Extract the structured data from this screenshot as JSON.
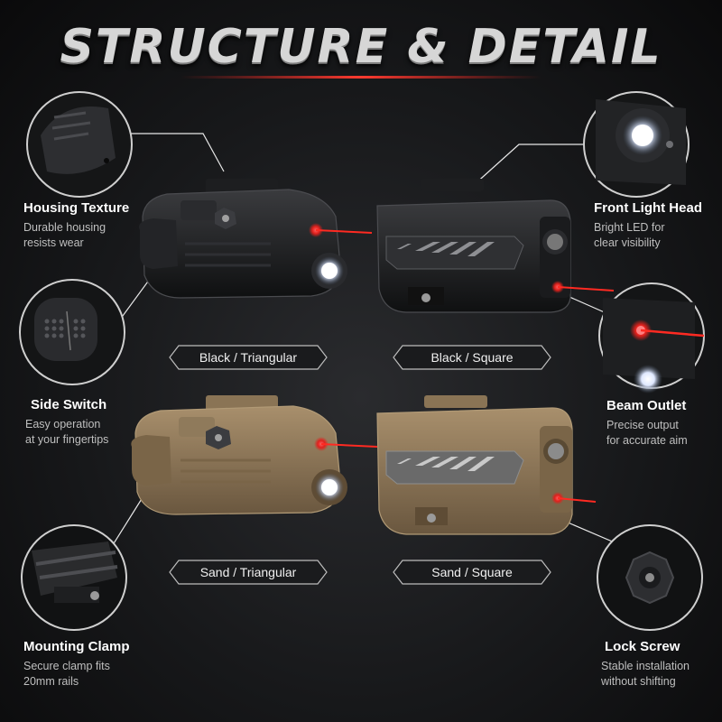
{
  "title": "STRUCTURE & DETAIL",
  "colors": {
    "accent_red": "#e0201c",
    "sand": "#8a7455",
    "black_body": "#151618",
    "text_dim": "#bfbfbf"
  },
  "features": {
    "housing": {
      "title": "Housing Texture",
      "desc": [
        "Durable housing",
        "resists wear"
      ]
    },
    "side_switch": {
      "title": "Side Switch",
      "desc": [
        "Easy operation",
        "at your fingertips"
      ]
    },
    "mounting": {
      "title": "Mounting Clamp",
      "desc": [
        "Secure clamp fits",
        "20mm rails"
      ]
    },
    "front_head": {
      "title": "Front Light Head",
      "desc": [
        "Bright LED for",
        "clear visibility"
      ]
    },
    "beam": {
      "title": "Beam Outlet",
      "desc": [
        "Precise output",
        "for accurate aim"
      ]
    },
    "lock_screw": {
      "title": "Lock Screw",
      "desc": [
        "Stable installation",
        "without shifting"
      ]
    }
  },
  "variants": [
    {
      "label": "Black / Triangular"
    },
    {
      "label": "Black / Square"
    },
    {
      "label": "Sand / Triangular"
    },
    {
      "label": "Sand / Square"
    }
  ]
}
